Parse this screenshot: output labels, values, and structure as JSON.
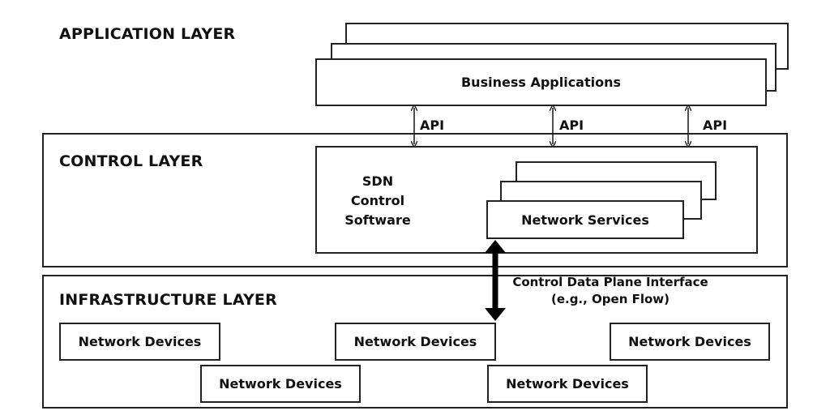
{
  "layers": {
    "application": "APPLICATION LAYER",
    "control": "CONTROL LAYER",
    "infrastructure": "INFRASTRUCTURE LAYER"
  },
  "business_apps": "Business Applications",
  "api_labels": [
    "API",
    "API",
    "API"
  ],
  "sdn": {
    "line1": "SDN",
    "line2": "Control",
    "line3": "Software"
  },
  "network_services": "Network Services",
  "interface": {
    "line1": "Control Data Plane Interface",
    "line2": "(e.g., Open Flow)"
  },
  "devices": [
    "Network Devices",
    "Network Devices",
    "Network Devices",
    "Network Devices",
    "Network Devices"
  ]
}
